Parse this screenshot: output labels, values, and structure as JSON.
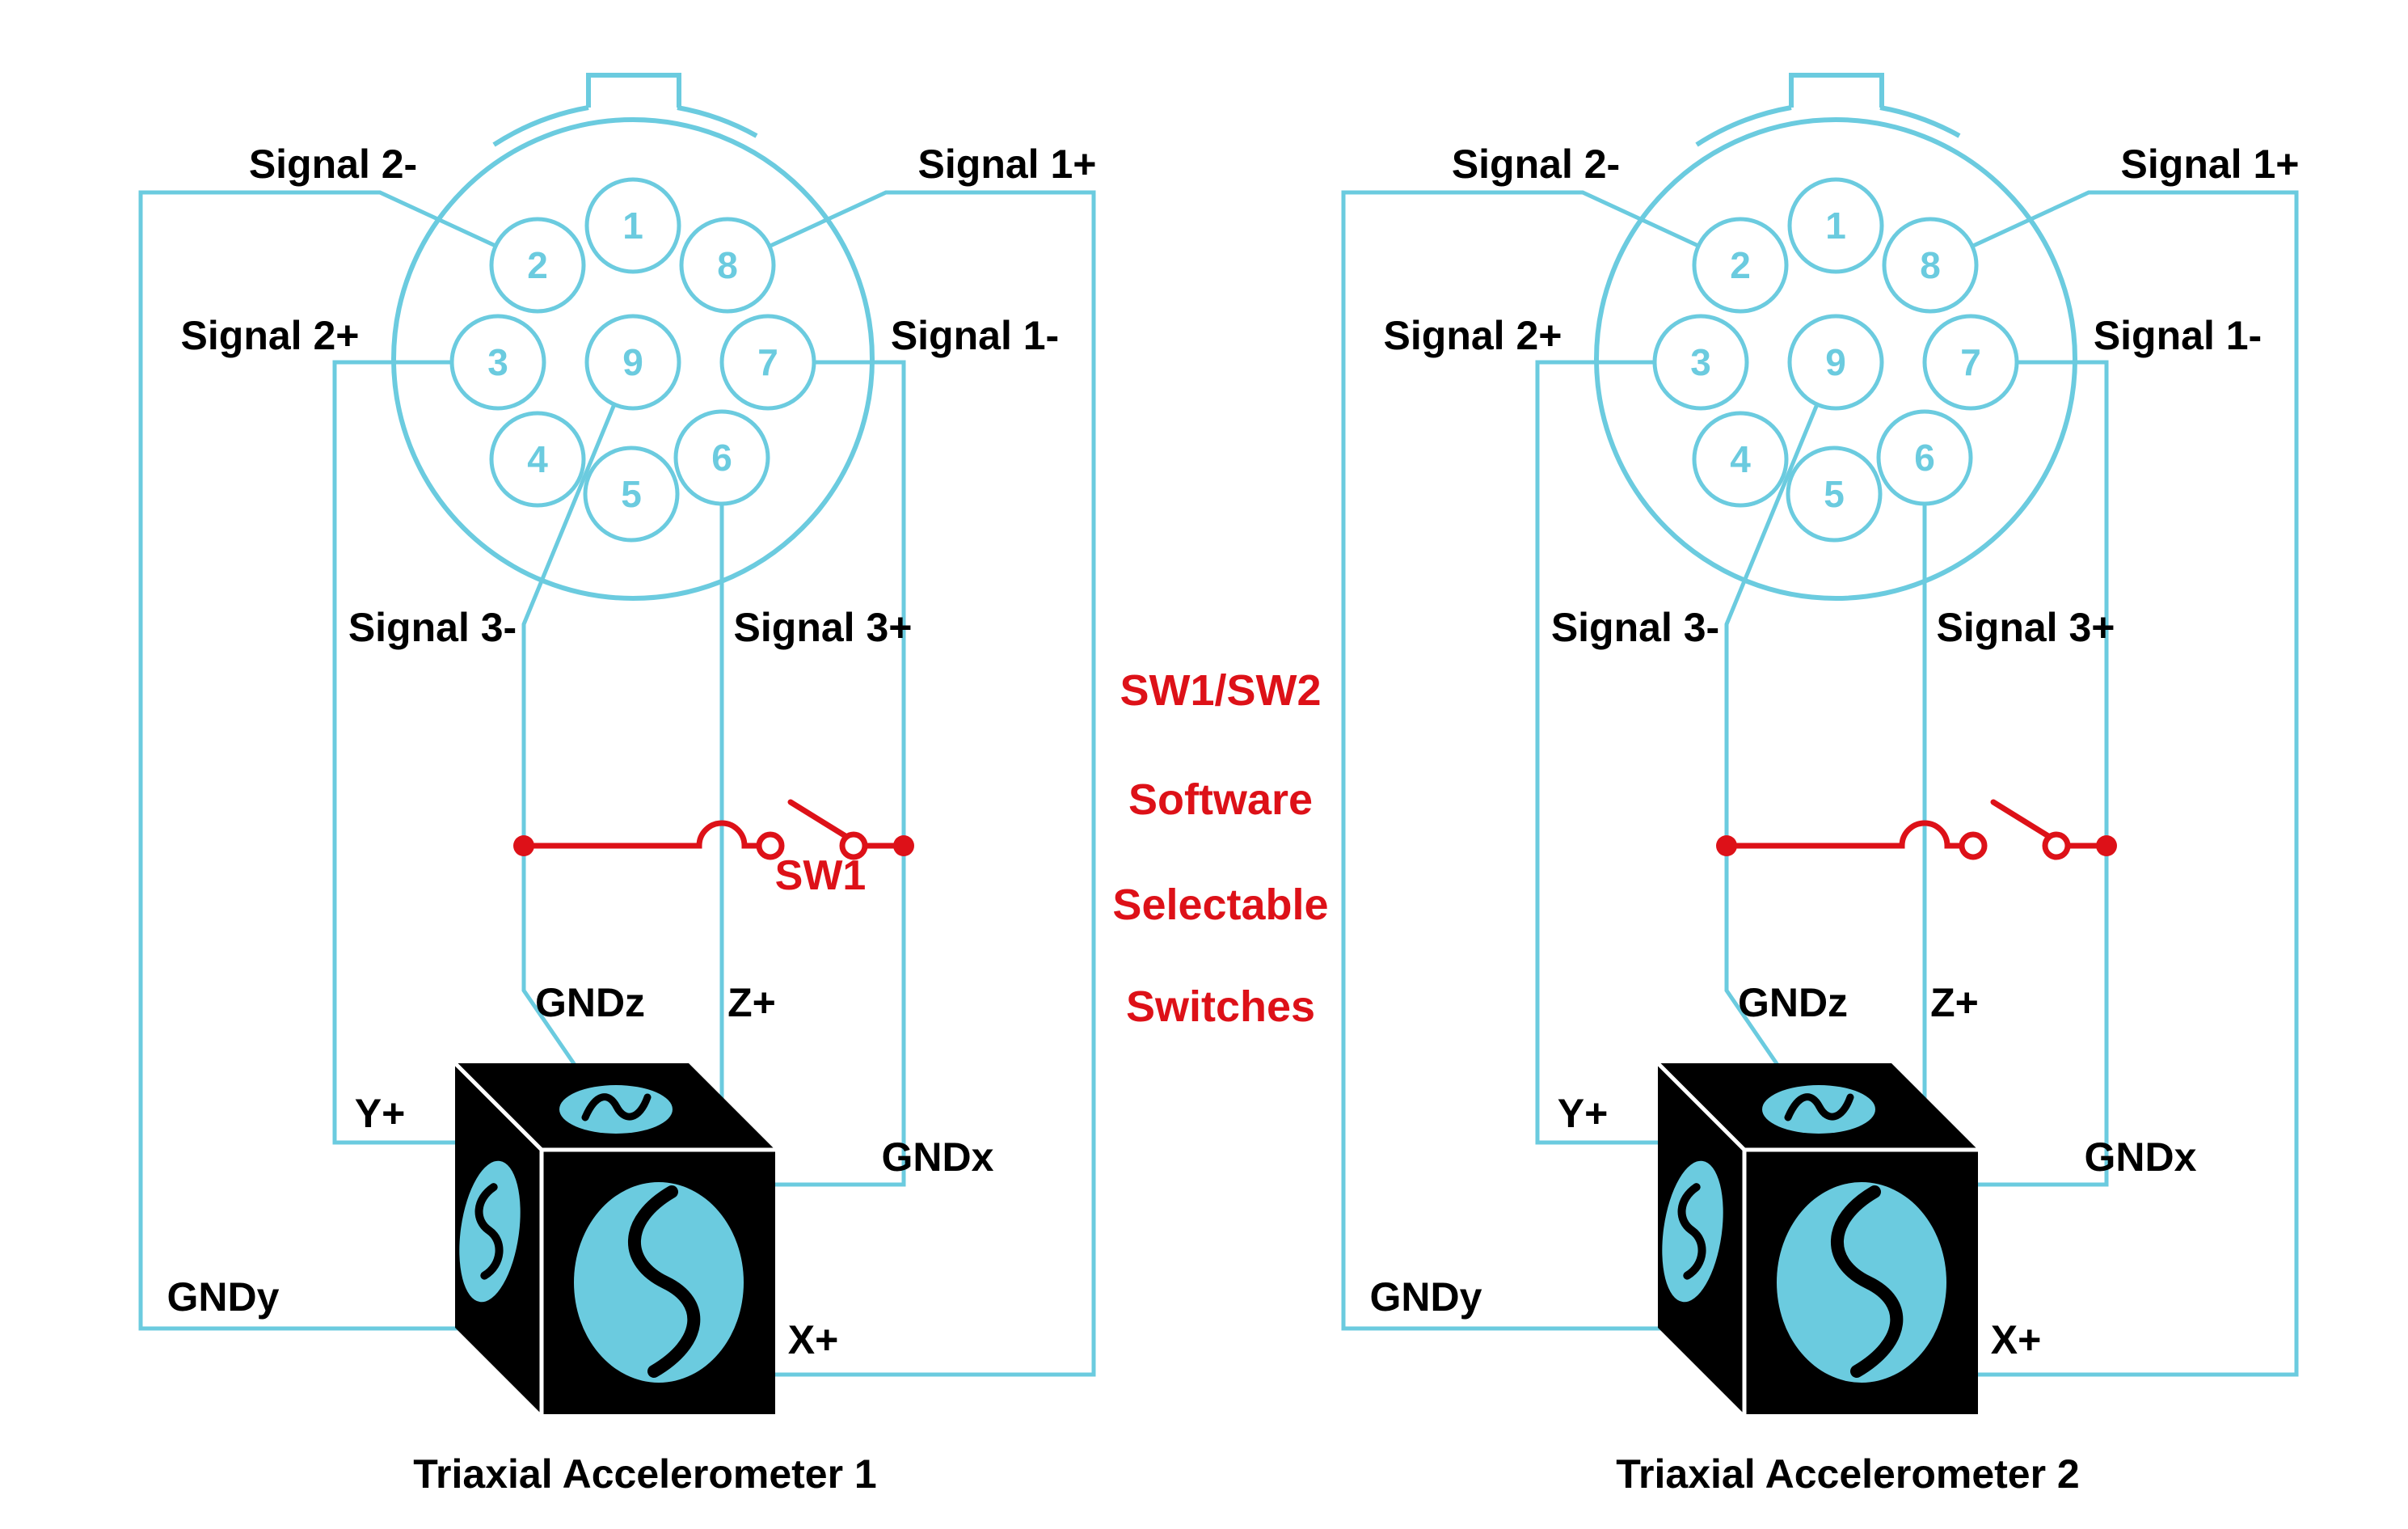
{
  "colors": {
    "wire_cyan": "#6bcbdf",
    "switch_red": "#dd1118",
    "label_black": "#000000",
    "background": "#ffffff"
  },
  "center_annotation": {
    "line1": "SW1/SW2",
    "line2": "Software",
    "line3": "Selectable",
    "line4": "Switches"
  },
  "unit1": {
    "caption": "Triaxial Accelerometer 1",
    "switch_label": "SW1",
    "pins": [
      "1",
      "2",
      "8",
      "3",
      "9",
      "7",
      "4",
      "6",
      "5"
    ],
    "labels": {
      "signal_2_minus": "Signal 2-",
      "signal_1_plus": "Signal 1+",
      "signal_2_plus": "Signal 2+",
      "signal_1_minus": "Signal 1-",
      "signal_3_minus": "Signal 3-",
      "signal_3_plus": "Signal 3+",
      "gndz": "GNDz",
      "z_plus": "Z+",
      "y_plus": "Y+",
      "gndx": "GNDx",
      "gndy": "GNDy",
      "x_plus": "X+"
    }
  },
  "unit2": {
    "caption": "Triaxial Accelerometer 2",
    "switch_label": "",
    "pins": [
      "1",
      "2",
      "8",
      "3",
      "9",
      "7",
      "4",
      "6",
      "5"
    ],
    "labels": {
      "signal_2_minus": "Signal 2-",
      "signal_1_plus": "Signal 1+",
      "signal_2_plus": "Signal 2+",
      "signal_1_minus": "Signal 1-",
      "signal_3_minus": "Signal 3-",
      "signal_3_plus": "Signal 3+",
      "gndz": "GNDz",
      "z_plus": "Z+",
      "y_plus": "Y+",
      "gndx": "GNDx",
      "gndy": "GNDy",
      "x_plus": "X+"
    }
  }
}
